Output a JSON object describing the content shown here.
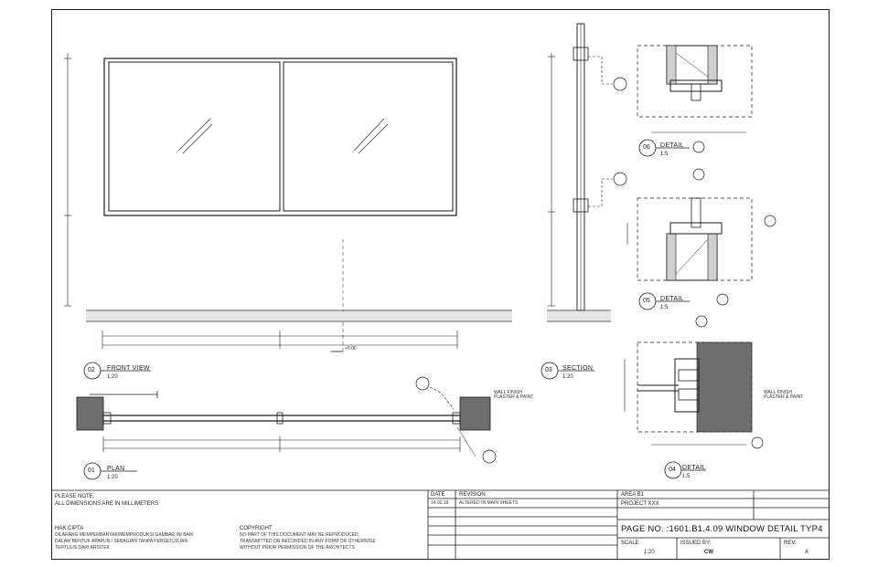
{
  "views": {
    "v02": {
      "num": "02",
      "title": "FRONT VIEW",
      "scale": "1:20"
    },
    "v01": {
      "num": "01",
      "title": "PLAN",
      "scale": "1:20"
    },
    "v03": {
      "num": "03",
      "title": "SECTION",
      "scale": "1:20"
    },
    "v06": {
      "num": "06",
      "title": "DETAIL",
      "scale": "1:5"
    },
    "v05": {
      "num": "05",
      "title": "DETAIL",
      "scale": "1:5"
    },
    "v04": {
      "num": "04",
      "title": "DETAIL",
      "scale": "1:5"
    }
  },
  "callouts": {
    "wall_finish_1": "WALL FINISH\nPLASTER & PAINT",
    "wall_finish_2": "WALL FINISH\nPLASTER & PAINT",
    "ffl": "+0.00"
  },
  "notes": {
    "heading": "PLEASE NOTE.",
    "line1": "ALL DIMENSIONS ARE IN MILLIMETERS"
  },
  "legal": {
    "hak_title": "HAK CIPTA",
    "hak_line1": "DILARANG MEMPERBANYAK/MEMPRODUKSI GAMBAR INI BAIK",
    "hak_line2": "DALAM BENTUK APAPUN / SEBAGIAN TANPA PERSETUJUAN",
    "hak_line3": "TERTULIS DARI ARSITEK",
    "copy_title": "COPYRIGHT",
    "copy_line1": "NO PART OF THIS DOCUMENT MAY BE REPRODUCED,",
    "copy_line2": "TRANSMITTED OR RECORDED IN ANY FORM OR OTHERWISE",
    "copy_line3": "WITHOUT PRIOR PERMISSION OF THE ARCHITECTS"
  },
  "titleblock": {
    "date_h": "DATE",
    "revision_h": "REVISION",
    "date_1": "14.02.18",
    "revision_1": "ALTERED IN MAIN SHEETS",
    "area": "AREA B1",
    "project": "PROJECT XXX",
    "page": "PAGE NO. :1601.B1.4.09 WINDOW DETAIL TYP4",
    "scale_h": "SCALE",
    "scale_v": "1:20",
    "issued_h": "ISSUED BY:",
    "issued_v": "CW",
    "rev_h": "REV.",
    "rev_v": "A"
  },
  "colors": {
    "line": "#1a1a1a",
    "wall": "#6e6e6e",
    "hatch": "#9a9a9a"
  }
}
